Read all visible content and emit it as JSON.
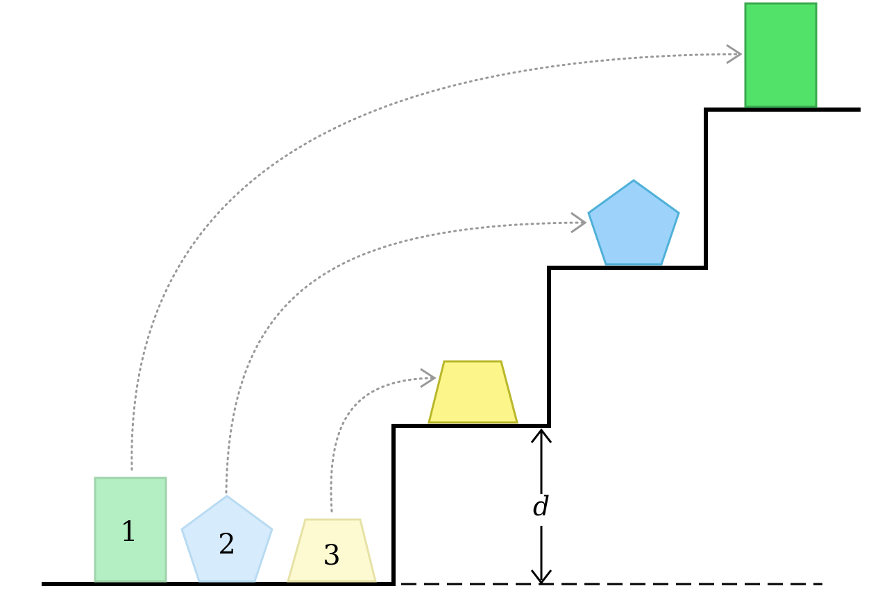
{
  "diagram": {
    "labels": {
      "shape_1": "1",
      "shape_2": "2",
      "shape_3": "3",
      "step_height": "d"
    },
    "colors": {
      "green_faded_fill": "#b3efc2",
      "green_faded_stroke": "#9fd3ab",
      "green_fill": "#52e26a",
      "green_stroke": "#3aa84d",
      "blue_faded_fill": "#d6ebfb",
      "blue_faded_stroke": "#b9dbf2",
      "blue_fill": "#9dd3fb",
      "blue_stroke": "#4fb0d8",
      "yellow_faded_fill": "#fdf9d1",
      "yellow_faded_stroke": "#e6e2a6",
      "yellow_fill": "#fcf68a",
      "yellow_stroke": "#b9b72a",
      "arc": "#999999",
      "stairs": "#000000"
    }
  }
}
